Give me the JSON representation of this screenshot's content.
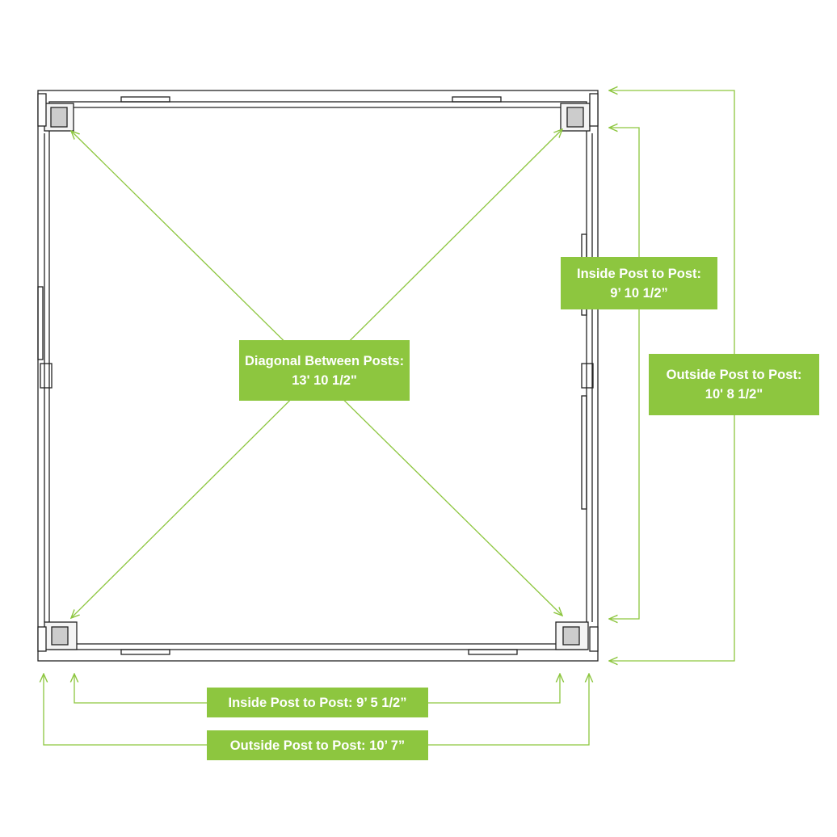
{
  "colors": {
    "accent": "#8dc63f",
    "frame": "#222222",
    "label_text": "#ffffff"
  },
  "measurements": {
    "diagonal": {
      "title": "Diagonal Between Posts:",
      "value": "13' 10 1/2\""
    },
    "inside_vertical": {
      "title": "Inside Post to Post:",
      "value": "9’ 10 1/2”"
    },
    "outside_vertical": {
      "title": "Outside Post to Post:",
      "value": "10' 8 1/2\""
    },
    "inside_horizontal": {
      "text": "Inside Post to Post: 9’ 5 1/2”"
    },
    "outside_horizontal": {
      "text": "Outside Post to Post: 10’ 7”"
    }
  }
}
